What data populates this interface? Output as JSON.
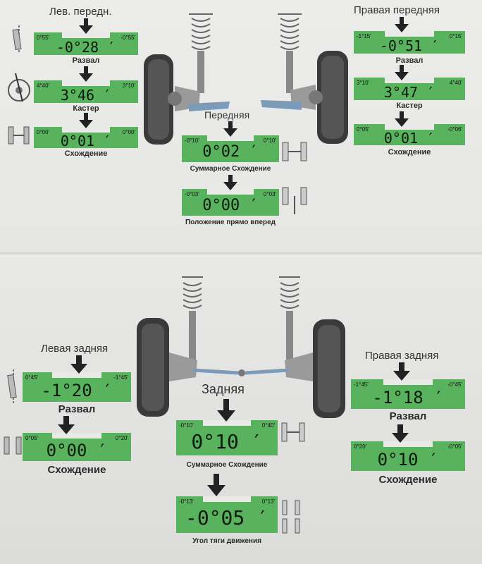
{
  "front": {
    "heading": "Передняя",
    "left": {
      "title": "Лев. передн.",
      "camber": {
        "value": "-0°28 ′",
        "min": "0°55'",
        "max": "-0°55'",
        "label": "Развал"
      },
      "caster": {
        "value": "3°46 ′",
        "min": "4°40'",
        "max": "3°10'",
        "label": "Кастер"
      },
      "toe": {
        "value": "0°01 ′",
        "min": "0°00'",
        "max": "0°00'",
        "label": "Схождение"
      }
    },
    "right": {
      "title": "Правая передняя",
      "camber": {
        "value": "-0°51 ′",
        "min": "-1°15'",
        "max": "0°15'",
        "label": "Развал"
      },
      "caster": {
        "value": "3°47 ′",
        "min": "3°10'",
        "max": "4°40'",
        "label": "Кастер"
      },
      "toe": {
        "value": "0°01 ′",
        "min": "0°05'",
        "max": "-0°06'",
        "label": "Схождение"
      }
    },
    "total_toe": {
      "value": "0°02 ′",
      "min": "-0°10'",
      "max": "0°10'",
      "label": "Суммарное Схождение"
    },
    "straight_ahead": {
      "value": "0°00 ′",
      "min": "-0°03'",
      "max": "0°03'",
      "label": "Положение прямо вперед"
    }
  },
  "rear": {
    "heading": "Задняя",
    "left": {
      "title": "Левая задняя",
      "camber": {
        "value": "-1°20 ′",
        "min": "0°45'",
        "max": "-1°45'",
        "label": "Развал"
      },
      "toe": {
        "value": "0°00 ′",
        "min": "0°05'",
        "max": "0°20'",
        "label": "Схождение"
      }
    },
    "right": {
      "title": "Правая задняя",
      "camber": {
        "value": "-1°18 ′",
        "min": "-1°45'",
        "max": "-0°45'",
        "label": "Развал"
      },
      "toe": {
        "value": "0°10 ′",
        "min": "0°20'",
        "max": "-0°05'",
        "label": "Схождение"
      }
    },
    "total_toe": {
      "value": "0°10 ′",
      "min": "-0°10'",
      "max": "0°40'",
      "label": "Суммарное Схождение"
    },
    "thrust_angle": {
      "value": "-0°05 ′",
      "min": "-0°13'",
      "max": "0°13'",
      "label": "Угол тяги движения"
    }
  },
  "colors": {
    "gauge_green": "#58b25e",
    "paper": "#e6e6e4",
    "arrow": "#222222"
  },
  "icons": [
    "camber-wheel-icon",
    "caster-wheel-icon",
    "toe-wheel-icon",
    "axle-toe-icon",
    "steering-icon",
    "thrust-icon",
    "front-suspension-icon",
    "rear-suspension-icon",
    "down-arrow-icon"
  ]
}
